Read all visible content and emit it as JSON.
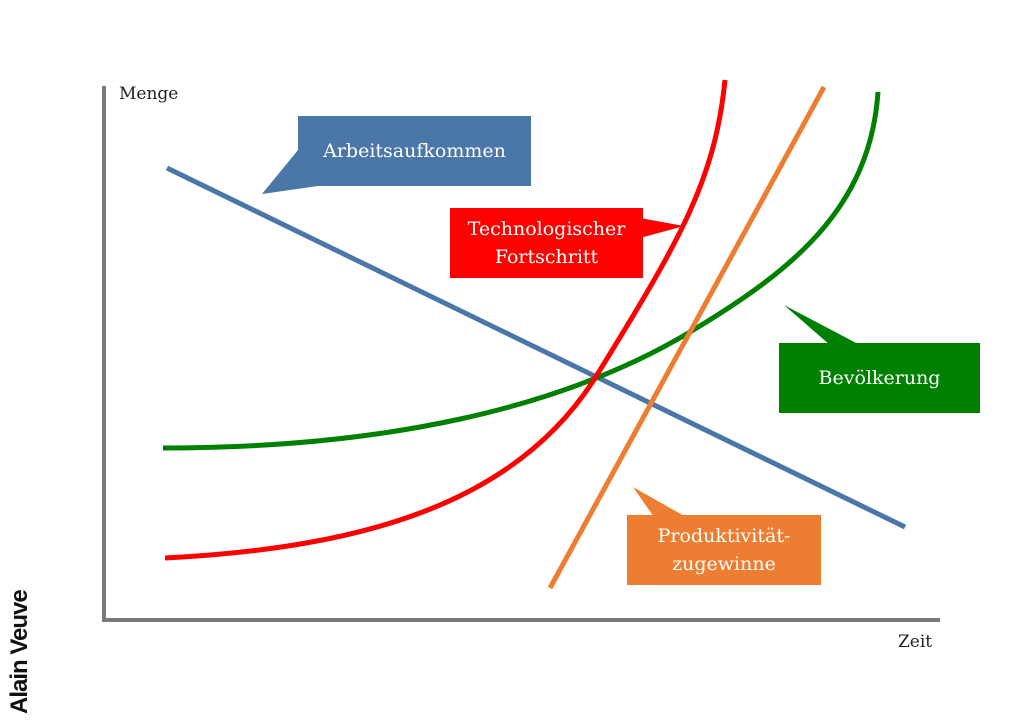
{
  "axes": {
    "y_label": "Menge",
    "x_label": "Zeit"
  },
  "colors": {
    "axis": "#7a7a7a",
    "arbeit": "#4a76a8",
    "technologie": "#ff0000",
    "bevoelkerung": "#008000",
    "produktivitaet": "#ed7d31"
  },
  "callouts": {
    "arbeit": "Arbeitsaufkommen",
    "technologie": "Technologischer\nFortschritt",
    "bevoelkerung": "Bevölkerung",
    "produktivitaet": "Produktivität-\nzugewinne"
  },
  "logo": {
    "name": "Alain Veuve"
  }
}
